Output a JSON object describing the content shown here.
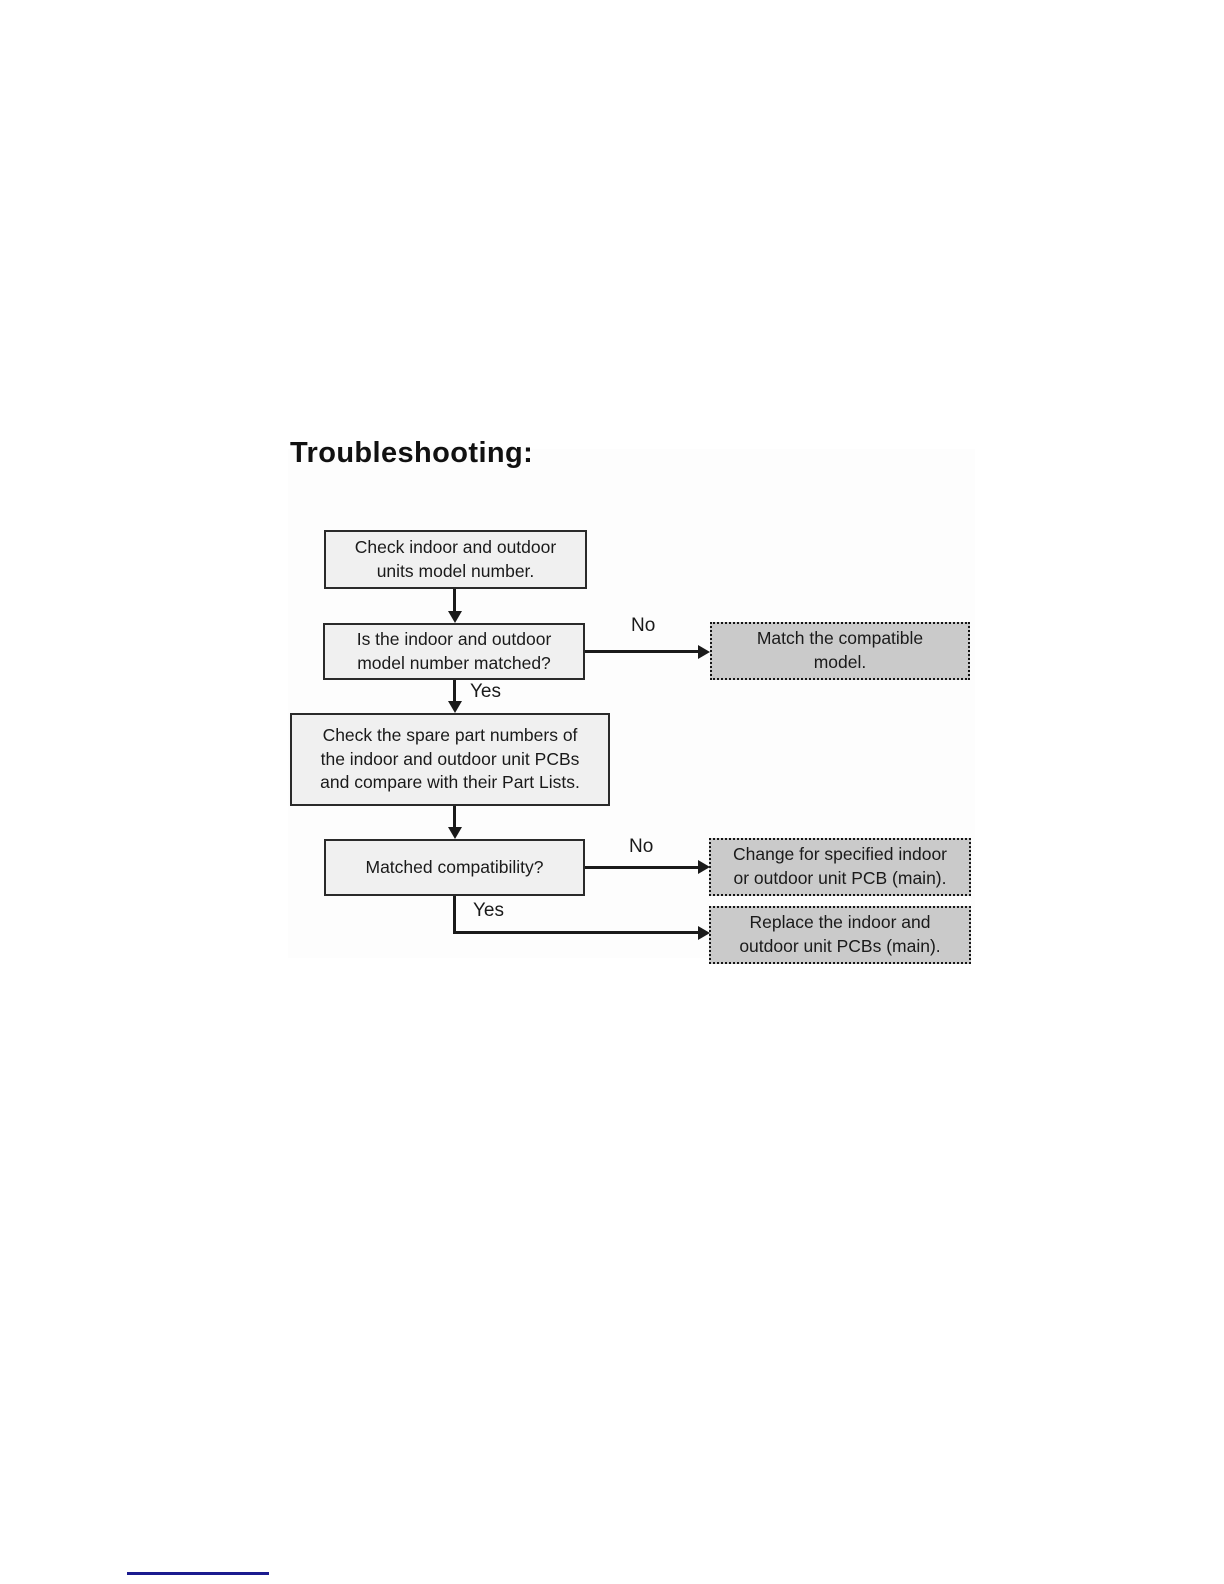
{
  "title": "Troubleshooting:",
  "flowchart": {
    "nodes": {
      "check_model_number": {
        "type": "process",
        "text": "Check indoor and outdoor\nunits model number."
      },
      "model_number_matched": {
        "type": "decision",
        "text": "Is the indoor and outdoor\nmodel number matched?"
      },
      "check_spare_parts": {
        "type": "process",
        "text": "Check the spare part numbers of\nthe indoor and outdoor unit PCBs\nand compare with their Part Lists."
      },
      "matched_compatibility": {
        "type": "decision",
        "text": "Matched compatibility?"
      },
      "match_compatible_model": {
        "type": "action",
        "text": "Match the compatible\nmodel."
      },
      "change_specified_pcb": {
        "type": "action",
        "text": "Change for specified indoor\nor outdoor unit PCB (main)."
      },
      "replace_pcbs": {
        "type": "action",
        "text": "Replace the indoor and\noutdoor unit PCBs (main)."
      }
    },
    "edge_labels": {
      "no_1": "No",
      "yes_1": "Yes",
      "no_2": "No",
      "yes_2": "Yes"
    }
  },
  "colors": {
    "process_box_fill": "#f0f0f0",
    "action_box_fill": "#cacaca",
    "box_border": "#2a2a2a",
    "connector": "#1a1a1a",
    "footer_rule": "#1b1b8f"
  }
}
